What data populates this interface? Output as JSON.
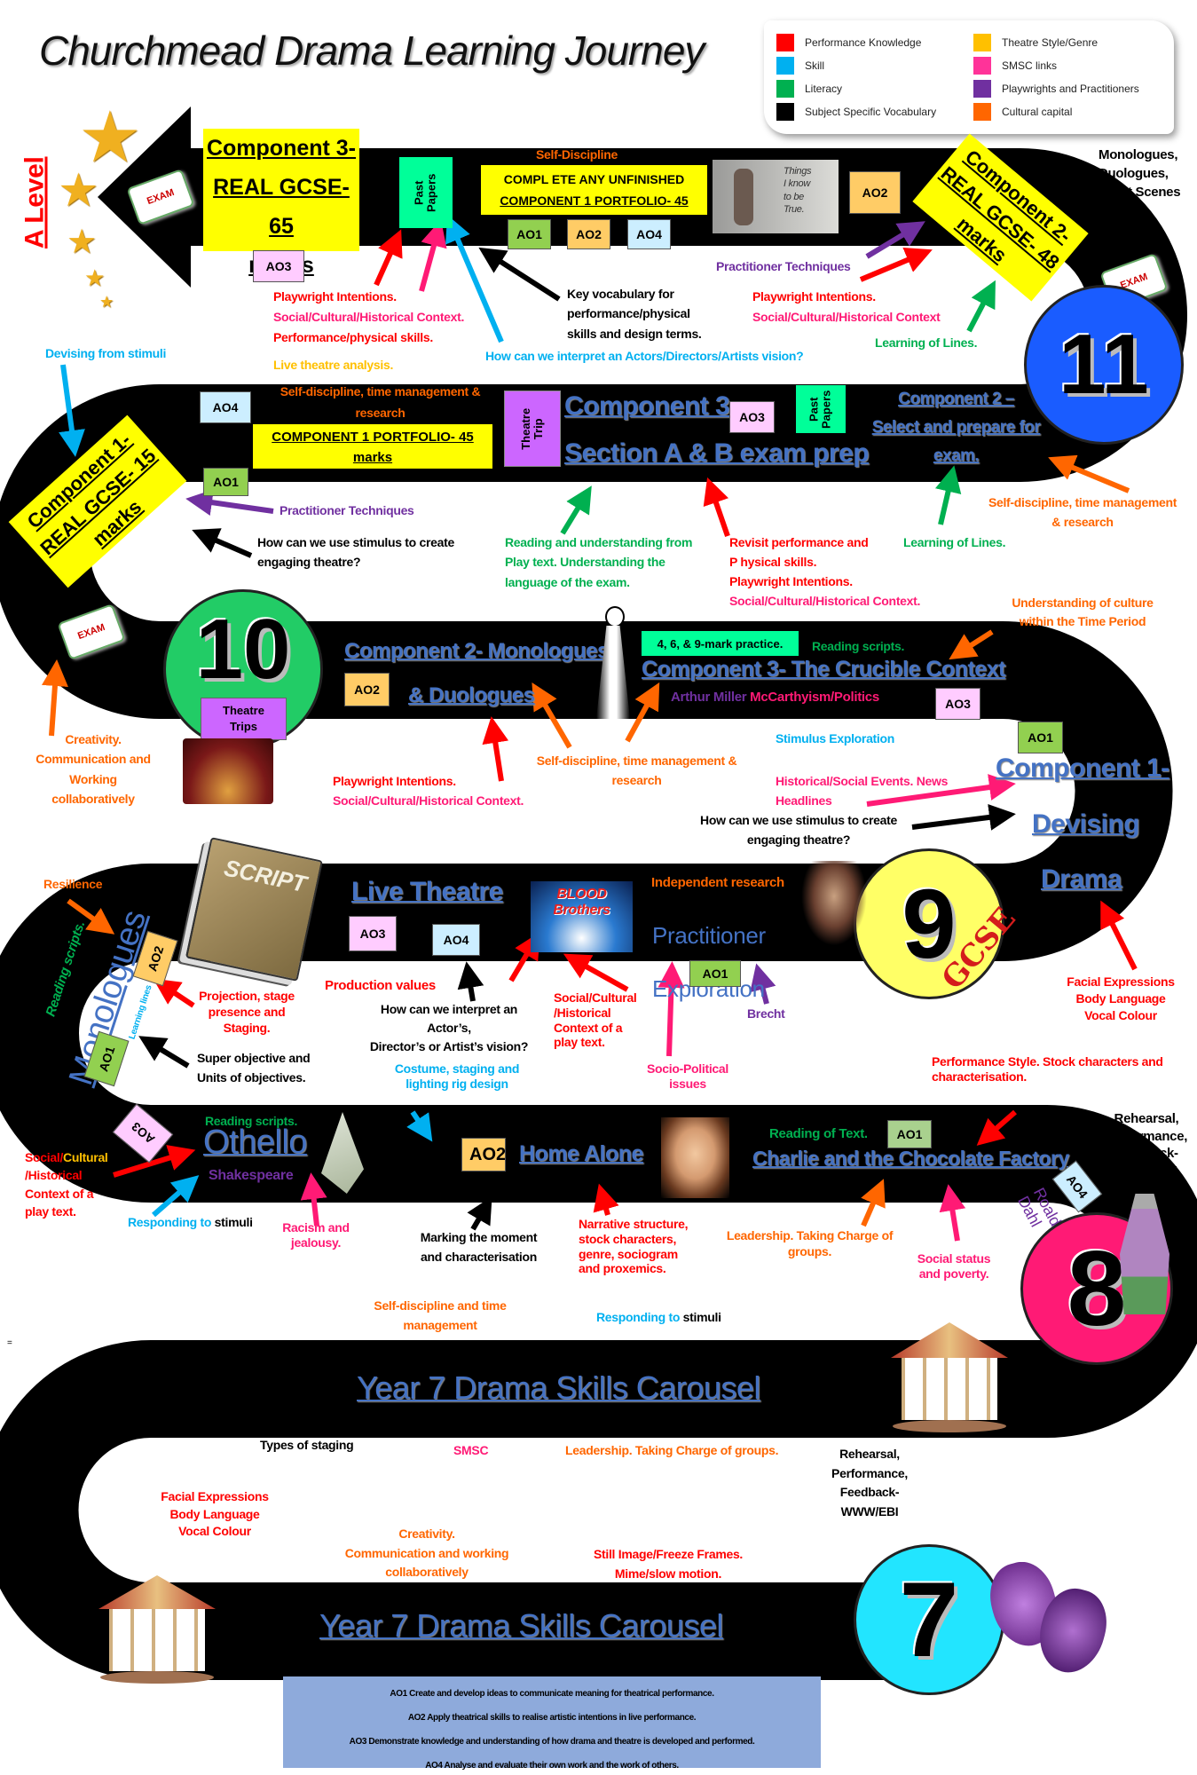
{
  "title": "Churchmead Drama Learning Journey",
  "legend": [
    {
      "label": "Performance Knowledge",
      "color": "#ff0000"
    },
    {
      "label": "Skill",
      "color": "#00b0f0"
    },
    {
      "label": "Literacy",
      "color": "#00b050"
    },
    {
      "label": "Subject Specific Vocabulary",
      "color": "#000000"
    },
    {
      "label": "Theatre Style/Genre",
      "color": "#ffc000"
    },
    {
      "label": "SMSC links",
      "color": "#ff3399"
    },
    {
      "label": "Playwrights and Practitioners",
      "color": "#7030a0"
    },
    {
      "label": "Cultural capital",
      "color": "#ff6600"
    }
  ],
  "a_level": "A Level",
  "exam_icon": "EXAM",
  "milestones": {
    "y11": "11",
    "y10": "10",
    "y9": "9",
    "y9_badge": "GCSE",
    "y8": "8",
    "y7": "7"
  },
  "y11": {
    "comp3_box": [
      "Component 3-",
      "REAL GCSE- 65",
      "marks"
    ],
    "ao3": "AO3",
    "past_papers": "Past\nPapers",
    "self_discipline": "Self-Discipline",
    "portfolio_box": [
      "COMPL ETE ANY UNFINISHED",
      "COMPONENT 1 PORTFOLIO- 45"
    ],
    "aos": [
      "AO1",
      "AO2",
      "AO4"
    ],
    "poster_text": "Things\nI know\nto be\nTrue.",
    "ao2_right": "AO2",
    "comp2_box": [
      "Component 2-",
      "REAL GCSE- 48",
      "marks"
    ],
    "monologues": "Monologues,\nDuologues,\nShort Scenes",
    "notes": {
      "pi_left": "Playwright Intentions.",
      "sch_left": "Social/Cultural/Historical Context.",
      "perf_left": "Performance/physical skills.",
      "live": "Live theatre analysis.",
      "vocab": "Key vocabulary for\nperformance/physical\nskills and design terms.",
      "interpret": "How can we interpret an Actors/Directors/Artists vision?",
      "practitioner": "Practitioner Techniques",
      "pi_right": "Playwright Intentions.",
      "sch_right": "Social/Cultural/Historical Context",
      "lines": "Learning of Lines.",
      "devising": "Devising from stimuli"
    }
  },
  "y11b": {
    "ao4": "AO4",
    "self_disc": "Self-discipline, time management &\nresearch",
    "portfolio": [
      "COMPONENT 1 PORTFOLIO- 45",
      "marks"
    ],
    "ao1": "AO1",
    "theatre_trip": "Theatre\nTrip",
    "comp3": "Component 3-",
    "comp3_sub": "Section A & B exam prep",
    "ao3": "AO3",
    "past_papers": "Past\nPapers",
    "comp2": [
      "Component 2 –",
      "Select and prepare for",
      "exam."
    ],
    "comp1_box": [
      "Component 1-",
      "REAL GCSE- 15",
      "marks"
    ],
    "notes": {
      "practitioner": "Practitioner Techniques",
      "stimulus": "How can we use stimulus to create\nengaging theatre?",
      "reading": "Reading and understanding from\nPlay text. Understanding the\nlanguage of the exam.",
      "revisit": "Revisit performance and\nP hysical skills.",
      "pi": "Playwright Intentions.",
      "sch": "Social/Cultural/Historical Context.",
      "lines": "Learning of Lines.",
      "self_disc": "Self-discipline, time management\n& research",
      "culture": "Understanding of culture\nwithin the Time Period",
      "creativity": "Creativity.\nCommunication and\nWorking\ncollaboratively"
    }
  },
  "y10": {
    "comp2": "Component 2- Monologues",
    "ao2": "AO2",
    "duologues": "& Duologues",
    "mark_practice": "4, 6, & 9-mark practice.",
    "reading_scripts": "Reading scripts.",
    "comp3": "Component 3- The Crucible Context",
    "arthur_miller": "Arthur Miller",
    "mccarthyism": "McCarthyism/Politics",
    "ao3": "AO3",
    "ao1": "AO1",
    "theatre_trips": "Theatre\nTrips",
    "comp1": [
      "Component 1-",
      "Devising",
      "Drama"
    ],
    "notes": {
      "stimulus_exploration": "Stimulus Exploration",
      "historical": "Historical/Social Events. News\nHeadlines",
      "stimulus_q": "How can we use stimulus to create\nengaging theatre?",
      "self_disc": "Self-discipline, time management &\nresearch",
      "pi": "Playwright Intentions.",
      "sch": "Social/Cultural/Historical Context.",
      "resilience": "Resilience"
    }
  },
  "y9": {
    "script": "SCRIPT",
    "live_theatre": "Live Theatre",
    "ao3": "AO3",
    "ao4": "AO4",
    "poster": "BLOOD\nBrothers",
    "independent": "Independent research",
    "practitioner": [
      "Practitioner",
      "Exploration"
    ],
    "ao1": "AO1",
    "monologues": "Monologues",
    "reading_scripts": "Reading scripts.",
    "learning_lines": "Learning lines",
    "ao2_rot": "AO2",
    "ao1_rot": "AO1",
    "notes": {
      "projection": "Projection, stage\npresence and\nStaging.",
      "production": "Production values",
      "interpret": "How can we interpret an\nActor’s,\nDirector’s or Artist’s vision?",
      "sch": "Social/Cultural\n/Historical\nContext of a\nplay text.",
      "socio": "Socio-Political\nissues",
      "brecht": "Brecht",
      "super": "Super objective and\nUnits of objectives.",
      "costume": "Costume, staging and\nlighting rig design",
      "facial": "Facial Expressions\nBody Language\nVocal Colour",
      "style": "Performance Style. Stock characters and\ncharacterisation."
    }
  },
  "y8": {
    "ao3_rot": "AO3",
    "reading_scripts": "Reading scripts.",
    "othello": "Othello",
    "shakespeare": "Shakespeare",
    "ao2": "AO2",
    "home_alone": "Home Alone",
    "reading_text": "Reading of Text.",
    "ao1": "AO1",
    "charlie": "Charlie and the Chocolate Factory",
    "ao4_rot": "AO4",
    "roald_dahl": "Roald\nDahl",
    "notes": {
      "sch_1": "Social/",
      "sch_2": "Cultural",
      "sch_3": "/Historical\nContext of a\nplay text.",
      "responding_1": "Responding to",
      "responding_2": " stimuli",
      "racism": "Racism and\njealousy.",
      "marking": "Marking the moment\nand characterisation",
      "narrative": "Narrative structure,\nstock characters,\ngenre, sociogram\nand proxemics.",
      "leadership": "Leadership. Taking Charge of\ngroups.",
      "status": "Social status\nand poverty.",
      "rehearsal": "Rehearsal,\nPerformance,\nFeedback-\nWWW/EBI",
      "self_disc": "Self-discipline and time\nmanagement",
      "responding_b1": "Responding to",
      "responding_b2": " stimuli",
      "equals": "="
    }
  },
  "y7": {
    "carousel_top": "Year 7 Drama Skills Carousel",
    "carousel_bottom": "Year 7 Drama Skills Carousel",
    "notes": {
      "staging": "Types of staging",
      "smsc": "SMSC",
      "leadership": "Leadership. Taking Charge of groups.",
      "rehearsal": "Rehearsal,\nPerformance,\nFeedback-\nWWW/EBI",
      "facial": "Facial Expressions\nBody Language\nVocal Colour",
      "creativity": "Creativity.\nCommunication and working\ncollaboratively",
      "still": "Still Image/Freeze Frames.\nMime/slow motion."
    }
  },
  "ao_definitions": [
    "AO1 Create and develop ideas to communicate meaning for theatrical performance.",
    "AO2 Apply theatrical skills to realise artistic intentions in live performance.",
    "AO3 Demonstrate knowledge and understanding of how drama and theatre is developed and performed.",
    "AO4 Analyse and evaluate their own work and the work of others."
  ]
}
